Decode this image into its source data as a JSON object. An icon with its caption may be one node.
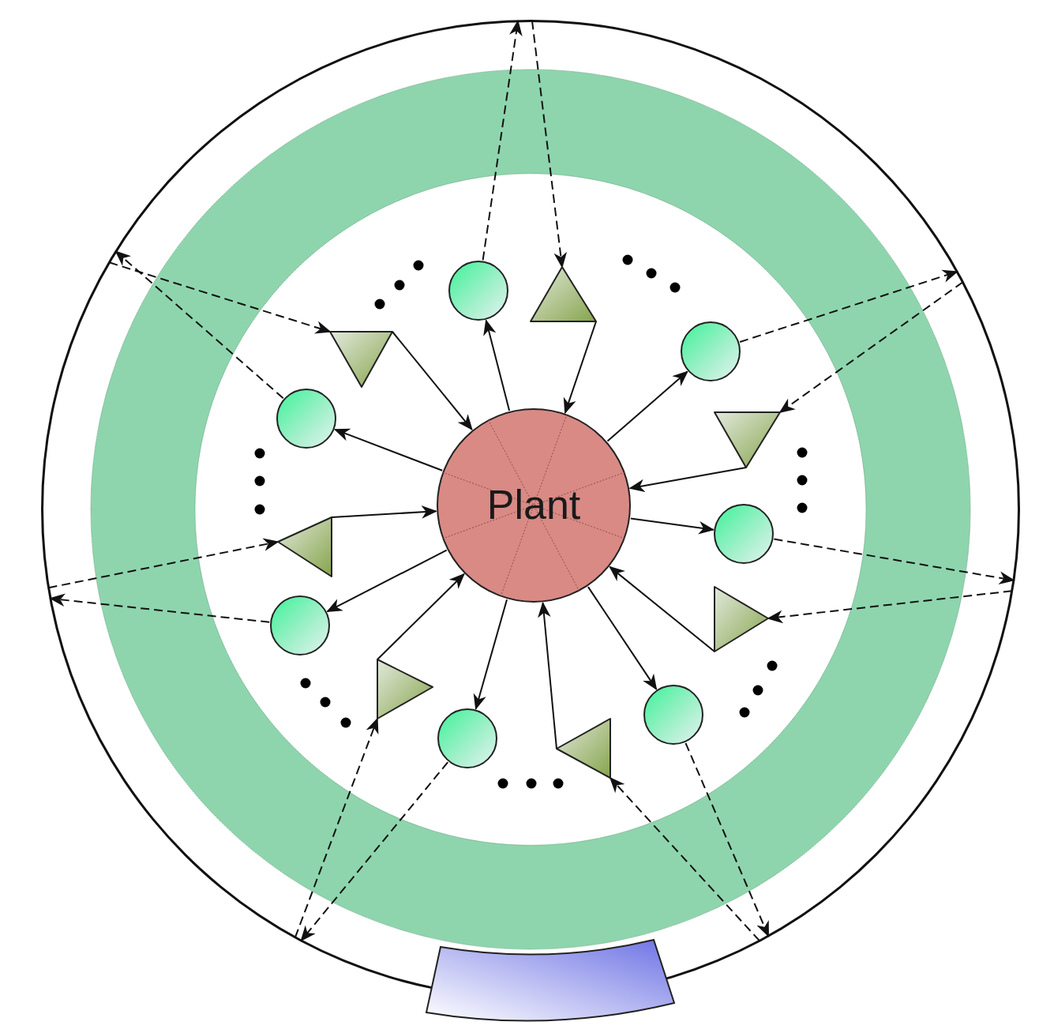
{
  "diagram": {
    "nodes": [
      {
        "text": [],
        "shape": "circle"
      },
      {
        "text": [
          "Plant"
        ],
        "in": 0
      },
      {
        "text": [],
        "shape": "circle",
        "in": 0
      },
      {
        "text": [],
        "shape": "triangle",
        "in": 0
      },
      {
        "text": [],
        "shape": "circle",
        "in": 0
      },
      {
        "text": [],
        "shape": "triangle",
        "in": 0
      },
      {
        "text": [],
        "shape": "circle",
        "in": 0
      },
      {
        "text": [],
        "shape": "triangle",
        "in": 0
      },
      {
        "text": [],
        "shape": "circle",
        "in": 0
      },
      {
        "text": [],
        "shape": "triangle",
        "in": 0
      },
      {
        "text": [],
        "shape": "triangle",
        "in": 0
      },
      {
        "text": [],
        "shape": "circle",
        "in": 0
      },
      {
        "text": [],
        "shape": "triangle",
        "in": 0
      },
      {
        "text": [],
        "shape": "circle",
        "in": 0
      },
      {
        "text": [],
        "shape": "circle",
        "in": 0
      },
      {
        "text": [],
        "shape": "triangle",
        "in": 0
      },
      {
        "text": [],
        "shape": "bar"
      }
    ],
    "edges": [
      {
        "from": 1,
        "to": 2,
        "arrow": "to"
      },
      {
        "from": 2,
        "to": 0,
        "arrow": "to",
        "style": "dashed"
      },
      {
        "from": 0,
        "to": 3,
        "arrow": "to",
        "style": "dashed"
      },
      {
        "from": 3,
        "to": 1,
        "arrow": "to"
      },
      {
        "from": 1,
        "to": 4,
        "arrow": "to"
      },
      {
        "from": 4,
        "to": 0,
        "arrow": "to",
        "style": "dashed"
      },
      {
        "from": 0,
        "to": 5,
        "arrow": "to",
        "style": "dashed"
      },
      {
        "from": 5,
        "to": 1,
        "arrow": "to"
      },
      {
        "from": 1,
        "to": 6,
        "arrow": "to"
      },
      {
        "from": 6,
        "to": 0,
        "arrow": "to",
        "style": "dashed"
      },
      {
        "from": 0,
        "to": 7,
        "arrow": "to",
        "style": "dashed"
      },
      {
        "from": 7,
        "to": 1,
        "arrow": "to"
      },
      {
        "from": 1,
        "to": 8,
        "arrow": "to"
      },
      {
        "from": 8,
        "to": 0,
        "arrow": "to",
        "style": "dashed"
      },
      {
        "from": 0,
        "to": 9,
        "arrow": "to",
        "style": "dashed"
      },
      {
        "from": 9,
        "to": 1,
        "arrow": "to"
      },
      {
        "from": 0,
        "to": 10,
        "arrow": "to",
        "style": "dashed"
      },
      {
        "from": 10,
        "to": 1,
        "arrow": "to"
      },
      {
        "from": 1,
        "to": 11,
        "arrow": "to"
      },
      {
        "from": 11,
        "to": 0,
        "arrow": "to",
        "style": "dashed"
      },
      {
        "from": 0,
        "to": 12,
        "arrow": "to",
        "style": "dashed"
      },
      {
        "from": 12,
        "to": 1,
        "arrow": "to"
      },
      {
        "from": 1,
        "to": 13,
        "arrow": "to"
      },
      {
        "from": 13,
        "to": 0,
        "arrow": "to",
        "style": "dashed"
      },
      {
        "from": 1,
        "to": 14,
        "arrow": "to"
      },
      {
        "from": 14,
        "to": 0,
        "arrow": "to",
        "style": "dashed"
      },
      {
        "from": 0,
        "to": 15,
        "arrow": "to",
        "style": "dashed"
      },
      {
        "from": 15,
        "to": 1,
        "arrow": "to"
      }
    ]
  }
}
